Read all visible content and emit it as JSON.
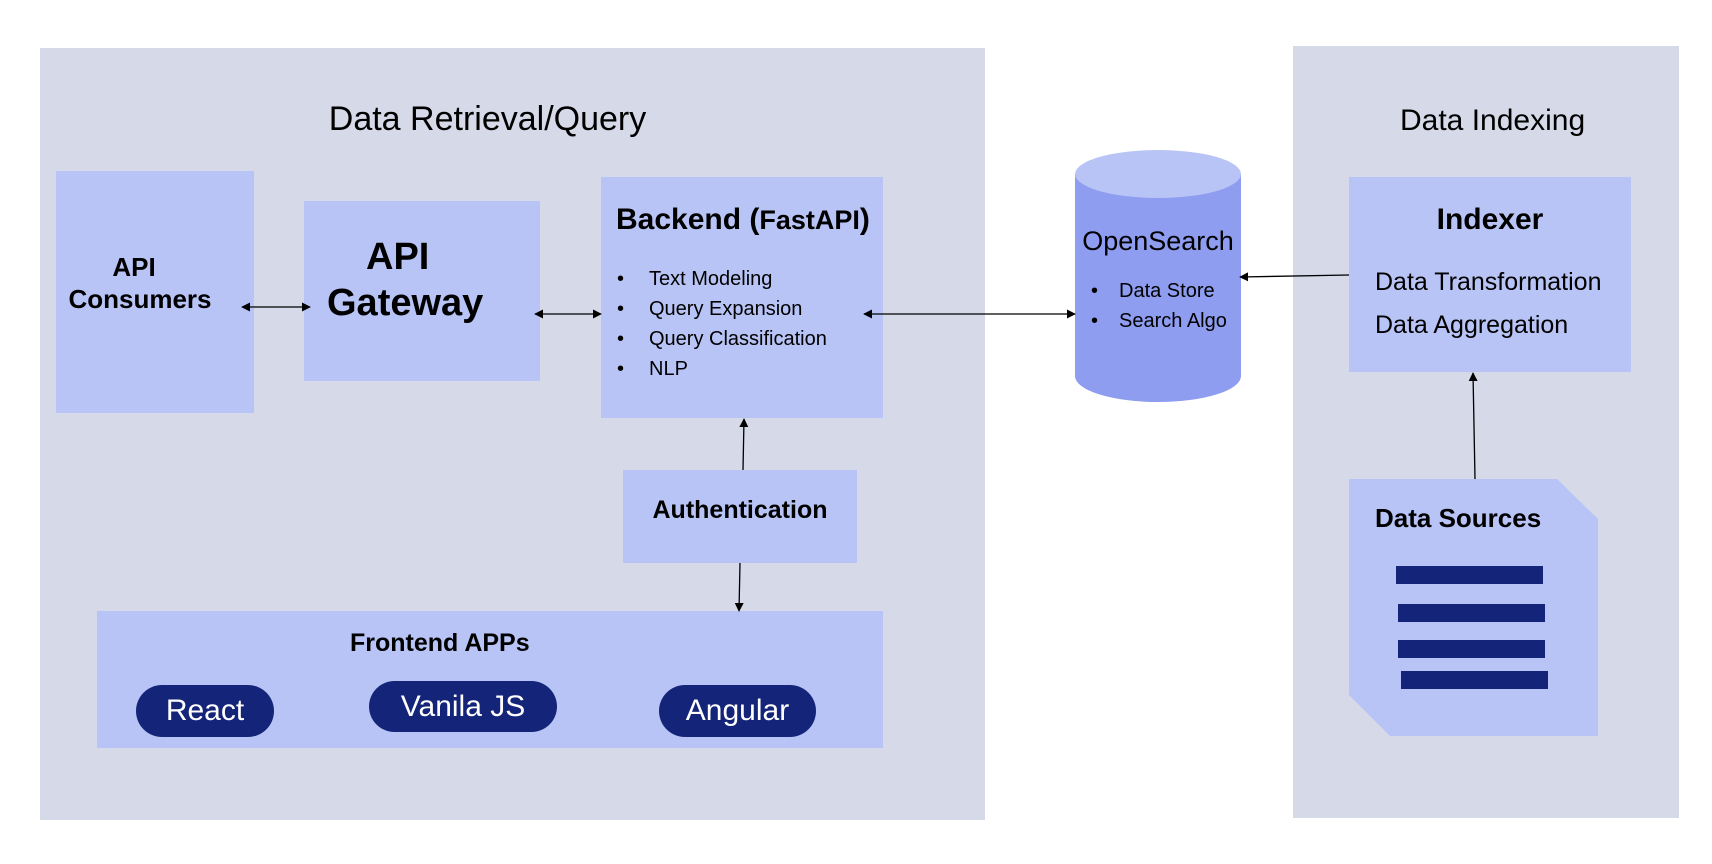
{
  "retrieval": {
    "title": "Data Retrieval/Query",
    "api_consumers": {
      "line1": "API",
      "line2": "Consumers"
    },
    "api_gateway": {
      "line1": "API",
      "line2": "Gateway"
    },
    "backend": {
      "title_main": "Backend (",
      "title_fw": "FastAPI",
      "title_end": ")",
      "items": [
        "Text Modeling",
        "Query Expansion",
        "Query Classification",
        "NLP"
      ]
    },
    "authentication": "Authentication",
    "frontend": {
      "title": "Frontend APPs",
      "apps": [
        "React",
        "Vanila JS",
        "Angular"
      ]
    }
  },
  "opensearch": {
    "title": "OpenSearch",
    "items": [
      "Data Store",
      "Search Algo"
    ]
  },
  "indexing": {
    "title": "Data Indexing",
    "indexer": {
      "title": "Indexer",
      "items": [
        "Data Transformation",
        "Data Aggregation"
      ]
    },
    "sources": {
      "title": "Data Sources"
    }
  },
  "colors": {
    "panel": "#d5d9e8",
    "box": "#b8c4f5",
    "cylinder": "#8e9df0",
    "cylinder_top": "#b8c4f5",
    "pill": "#142478"
  }
}
